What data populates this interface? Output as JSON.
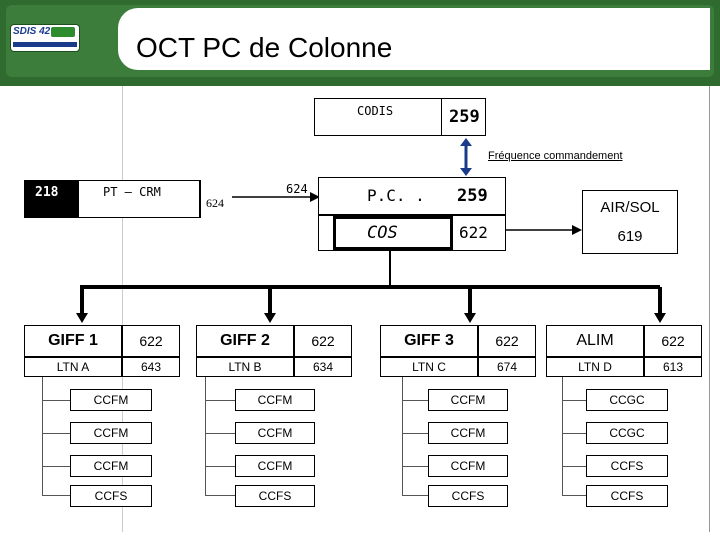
{
  "header": {
    "title": "OCT PC de Colonne",
    "logo_text": "SDIS 42"
  },
  "codis": {
    "label": "CODIS",
    "value": "259"
  },
  "frequence_label": "Fréquence commandement",
  "left_panel": {
    "code": "218",
    "label": "PT – CRM",
    "left_value": "624",
    "right_value": "624"
  },
  "pc": {
    "label": "P.C. .",
    "value": "259"
  },
  "cos": {
    "label": "COS",
    "value": "622"
  },
  "air_sol": {
    "label": "AIR/SOL",
    "value": "619"
  },
  "groups": [
    {
      "name": "GIFF 1",
      "name_freq": "622",
      "ltn": "LTN A",
      "ltn_freq": "643",
      "units": [
        "CCFM",
        "CCFM",
        "CCFM",
        "CCFS"
      ]
    },
    {
      "name": "GIFF 2",
      "name_freq": "622",
      "ltn": "LTN B",
      "ltn_freq": "634",
      "units": [
        "CCFM",
        "CCFM",
        "CCFM",
        "CCFS"
      ]
    },
    {
      "name": "GIFF 3",
      "name_freq": "622",
      "ltn": "LTN C",
      "ltn_freq": "674",
      "units": [
        "CCFM",
        "CCFM",
        "CCFM",
        "CCFS"
      ]
    },
    {
      "name": "ALIM",
      "name_freq": "622",
      "ltn": "LTN D",
      "ltn_freq": "613",
      "units": [
        "CCGC",
        "CCGC",
        "CCFS",
        "CCFS"
      ]
    }
  ],
  "colors": {
    "header_green": "#3c7d3c",
    "arrow_blue": "#1a3a8a",
    "black_cell": "#000000"
  }
}
